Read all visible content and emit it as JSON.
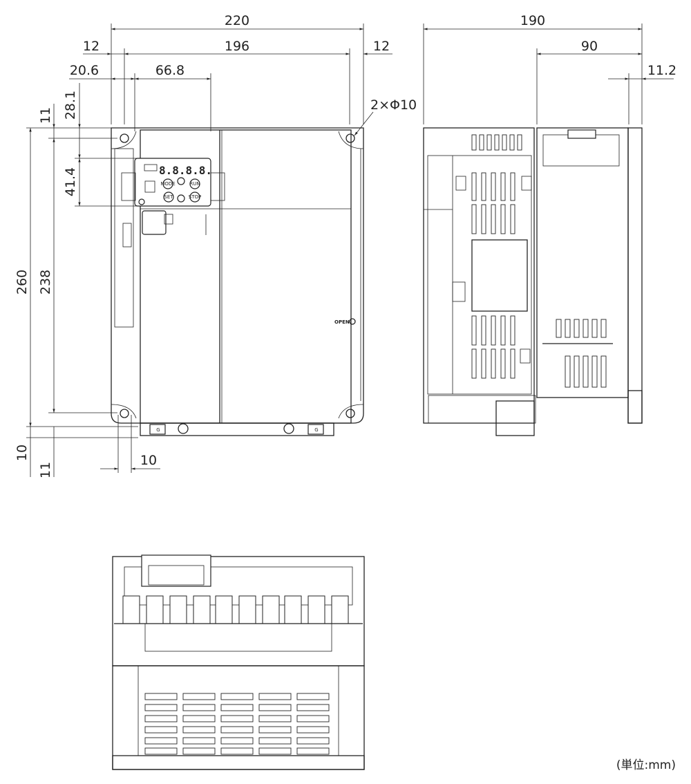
{
  "dimensions": {
    "width_total": "220",
    "depth_total": "190",
    "depth_partial": "90",
    "side_offset": "11.2",
    "margin_left": "12",
    "mount_pitch_w": "196",
    "margin_right": "12",
    "panel_offset_x": "20.6",
    "panel_width": "66.8",
    "hole_spec": "2×Φ10",
    "top_offset": "11",
    "panel_top": "28.1",
    "panel_height": "41.4",
    "height_total": "260",
    "mount_pitch_h": "238",
    "bottom_offset_10": "10",
    "bottom_offset_11": "11",
    "hole_margin": "10"
  },
  "labels": {
    "open": "OPEN",
    "run": "RUN",
    "stop": "STOP",
    "mode": "MODE",
    "set": "SET",
    "display": "8.8.8.8.",
    "ground": "G"
  },
  "unit_note": "(単位:mm)"
}
